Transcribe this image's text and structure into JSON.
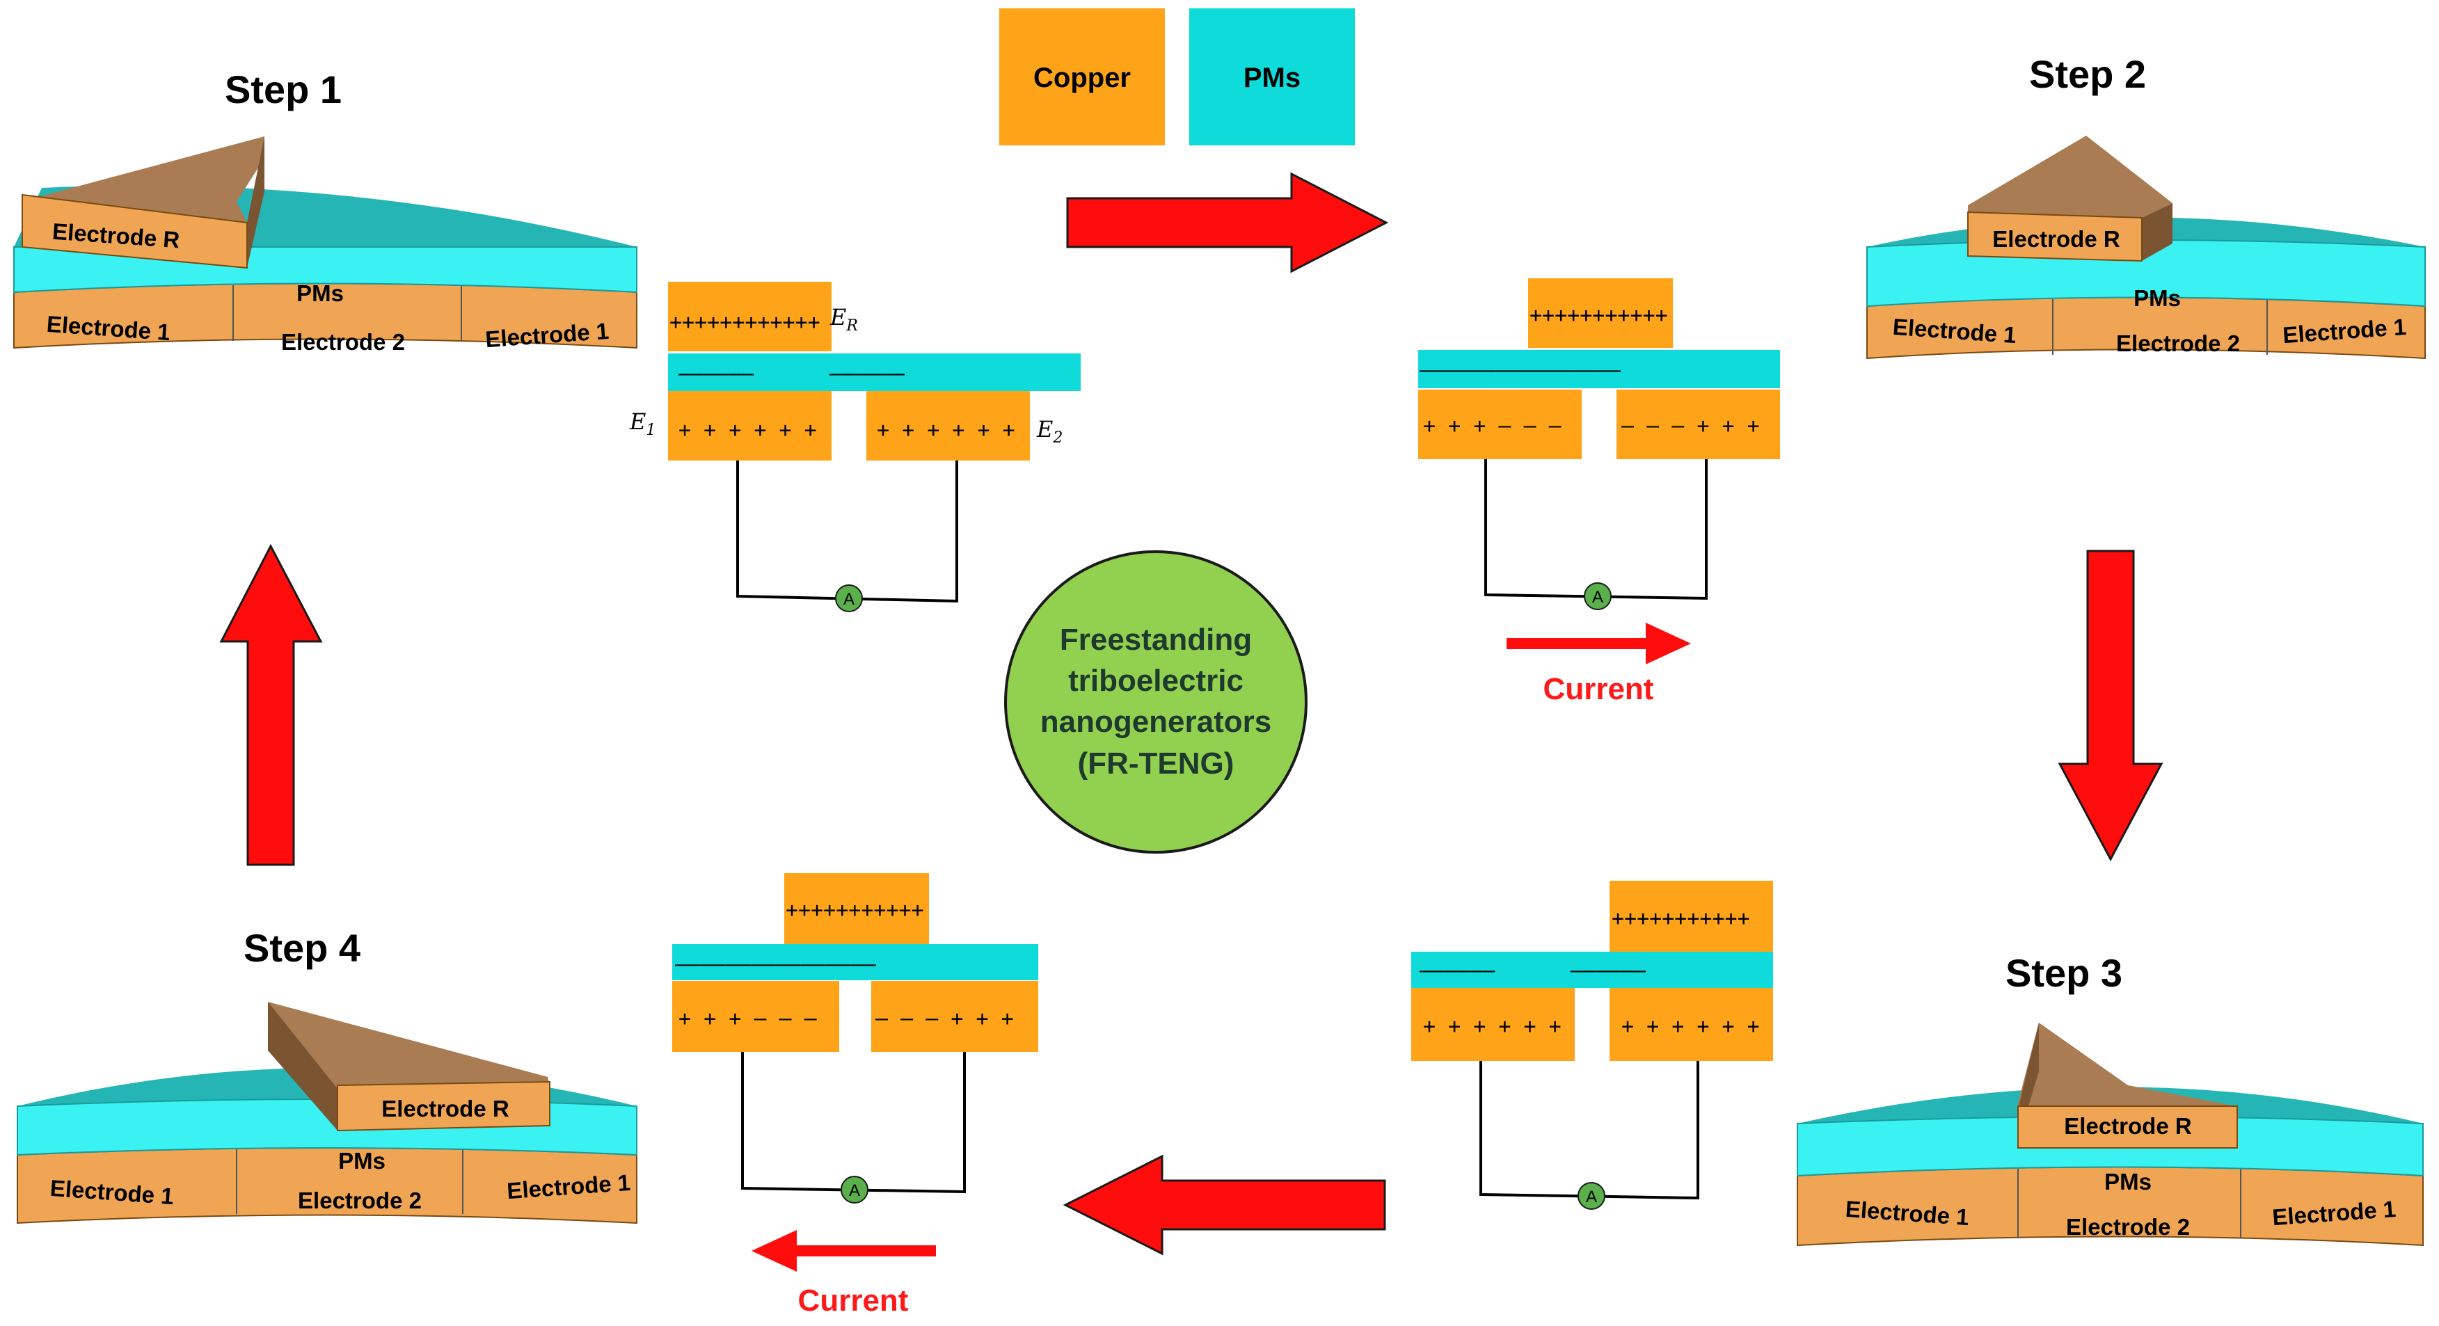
{
  "legend": {
    "copper": "Copper",
    "pms": "PMs"
  },
  "colors": {
    "copper": "#ffa319",
    "pms": "#10dbdb",
    "electrode_3d": "#f0a555",
    "arrow": "#ff0d0d",
    "circle": "#92d050",
    "ammeter": "#5ab04a"
  },
  "center": {
    "line1": "Freestanding",
    "line2": "triboelectric",
    "line3": "nanogenerators",
    "line4": "(FR-TENG)"
  },
  "steps": {
    "step1": "Step 1",
    "step2": "Step 2",
    "step3": "Step 3",
    "step4": "Step 4"
  },
  "model": {
    "electrode_r": "Electrode R",
    "pms": "PMs",
    "electrode_1": "Electrode 1",
    "electrode_2": "Electrode 2"
  },
  "circuit": {
    "ammeter": "A",
    "current": "Current",
    "er_symbol": "E",
    "er_sub": "R",
    "e1_symbol": "E",
    "e1_sub": "1",
    "e2_symbol": "E",
    "e2_sub": "2",
    "c1_top": "++++++++++++",
    "c1_neg": "––––––      ––––––",
    "c1_left": "+ + + + + +",
    "c1_right": "+ + + + + +",
    "c2_top": "+++++++++++",
    "c2_neg": "––––––––––––––––",
    "c2_left": "+ + + – – –",
    "c2_right": "– – – + + +",
    "c3_top": "+++++++++++",
    "c3_neg": "––––––      ––––––",
    "c3_left": "+ + + + + +",
    "c3_right": "+ + + + + +",
    "c4_top": "+++++++++++",
    "c4_neg": "––––––––––––––––",
    "c4_left": "+ + + – – –",
    "c4_right": "– – – + + +"
  }
}
